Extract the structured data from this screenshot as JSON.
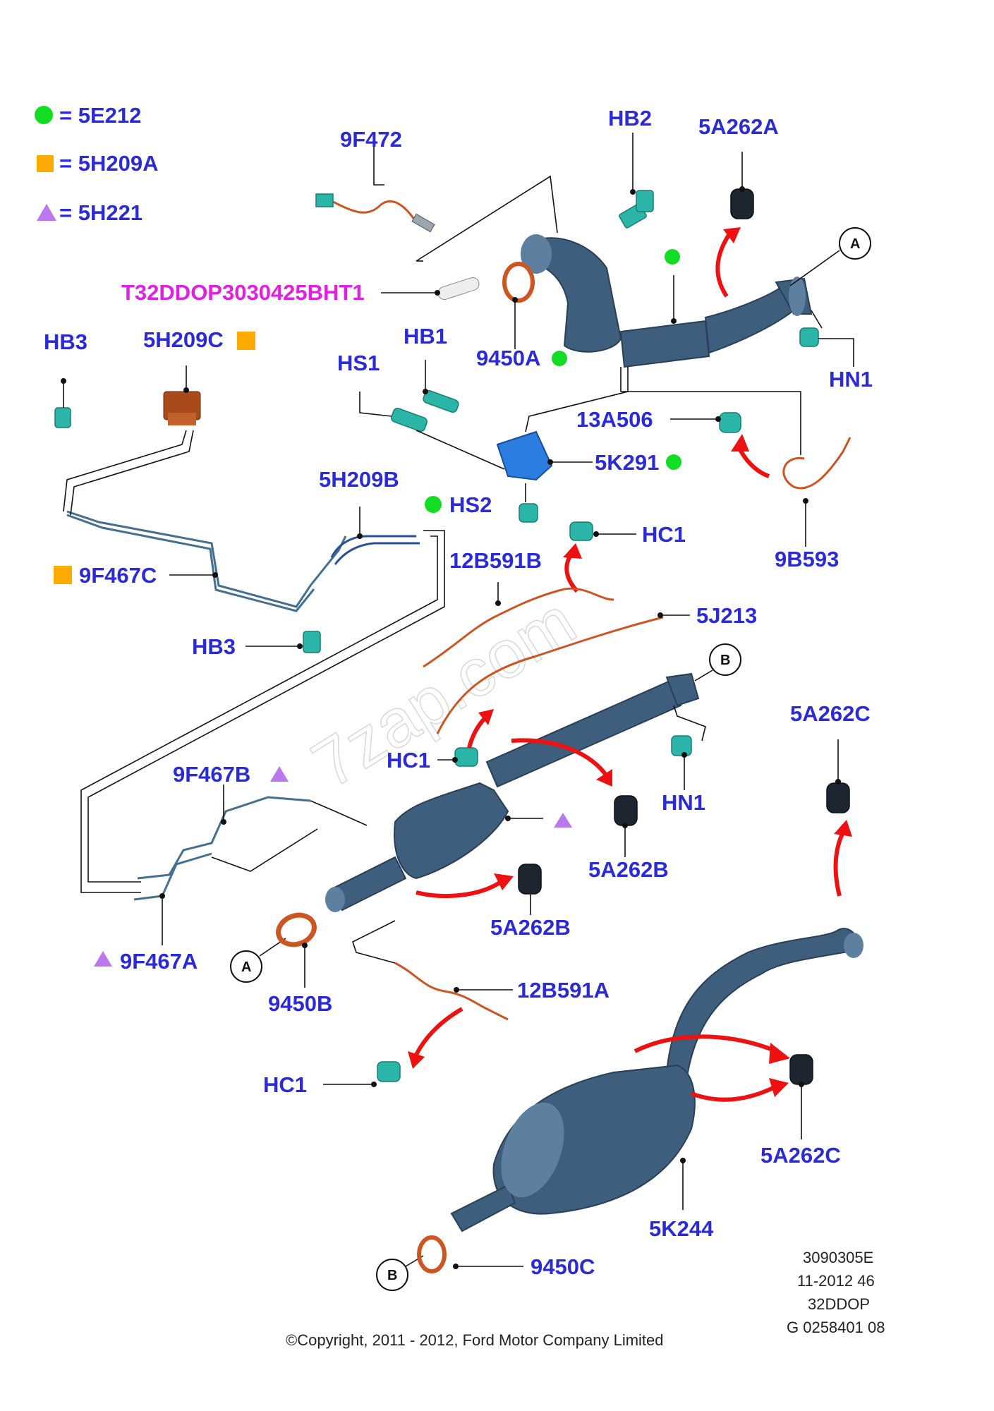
{
  "legend": [
    {
      "symbol": "green-circle",
      "color": "#11dd22",
      "text": "= 5E212"
    },
    {
      "symbol": "orange-square",
      "color": "#ffaa00",
      "text": "= 5H209A"
    },
    {
      "symbol": "purple-triangle",
      "color": "#bb77ee",
      "text": "= 5H221"
    }
  ],
  "labels": {
    "p9F472": "9F472",
    "hb2": "HB2",
    "p5A262A": "5A262A",
    "tcode": "T32DDOP3030425BHT1",
    "p9450A": "9450A",
    "hn1_top": "HN1",
    "hb3_top": "HB3",
    "p5H209C": "5H209C",
    "hs1": "HS1",
    "hb1": "HB1",
    "p13A506": "13A506",
    "p5K291": "5K291",
    "p5H209B": "5H209B",
    "hs2": "HS2",
    "p9B593": "9B593",
    "hc1_top": "HC1",
    "p12B591B": "12B591B",
    "p9F467C": "9F467C",
    "p5J213": "5J213",
    "hb3_bot": "HB3",
    "p5A262C_top": "5A262C",
    "hc1_mid": "HC1",
    "p9F467B": "9F467B",
    "hn1_mid": "HN1",
    "p5A262B_right": "5A262B",
    "p5A262B_mid": "5A262B",
    "p9F467A": "9F467A",
    "p9450B": "9450B",
    "p12B591A": "12B591A",
    "hc1_bot": "HC1",
    "p5A262C_bot": "5A262C",
    "p5K244": "5K244",
    "p9450C": "9450C"
  },
  "callouts": {
    "a_top": "A",
    "a_bot": "A",
    "b_top": "B",
    "b_bot": "B"
  },
  "watermark": "7zap.com",
  "ref": {
    "line1": "3090305E",
    "line2": "11-2012 46",
    "line3": "32DDOP",
    "line4": "G 0258401 08"
  },
  "copyright": "©Copyright, 2011 - 2012, Ford Motor Company Limited"
}
